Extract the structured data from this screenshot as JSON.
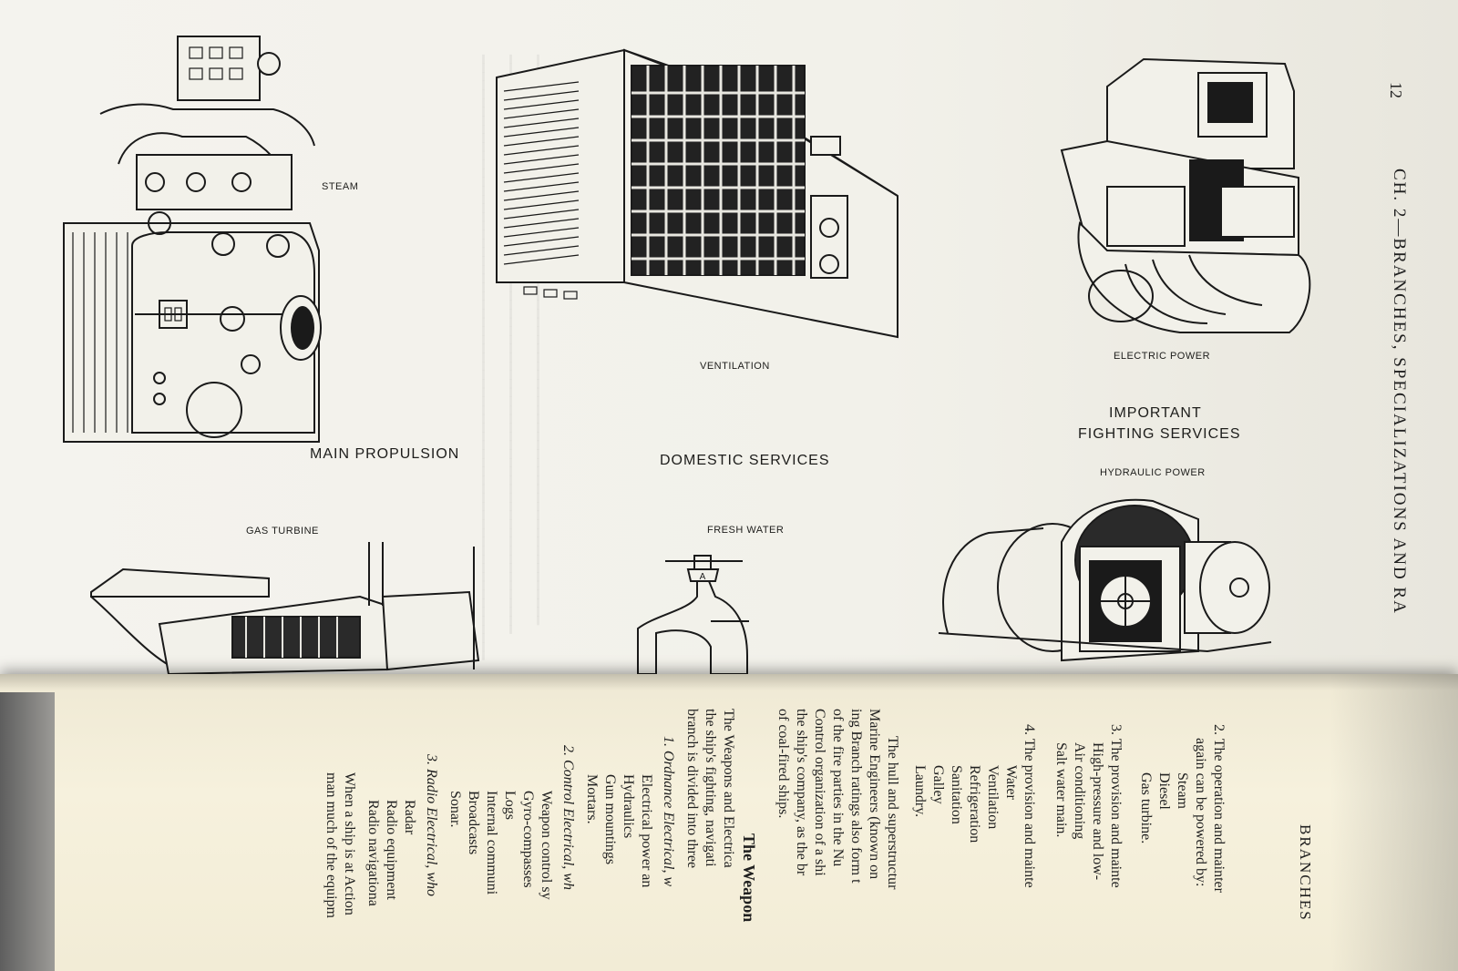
{
  "top_page": {
    "page_number": "12",
    "running_head": "CH. 2—BRANCHES, SPECIALIZATIONS AND RA",
    "captions": {
      "steam": "STEAM",
      "main_propulsion": "MAIN PROPULSION",
      "ventilation": "VENTILATION",
      "domestic_services": "DOMESTIC SERVICES",
      "electric_power": "ELECTRIC POWER",
      "important": "IMPORTANT",
      "fighting_services": "FIGHTING SERVICES",
      "hydraulic_power": "HYDRAULIC POWER",
      "gas_turbine": "GAS TURBINE",
      "fresh_water": "FRESH WATER"
    }
  },
  "bottom_page": {
    "lines": [
      "BRANCHES",
      "2. The operation and mainter",
      "again can be powered by:",
      "Steam",
      "Diesel",
      "Gas turbine.",
      "3. The provision and mainte",
      "High-pressure and low-",
      "Air conditioning",
      "Salt water main.",
      "4. The provision and mainte",
      "Water",
      "Ventilation",
      "Refrigeration",
      "Sanitation",
      "Galley",
      "Laundry.",
      "The hull and superstructur",
      "Marine Engineers (known on",
      "ing Branch ratings also form t",
      "of the fire parties in the Nu",
      "Control organization of a shi",
      "the ship's company, as the br",
      "of coal-fired ships.",
      "The Weapon",
      "The Weapons and Electrica",
      "the ship's fighting, navigati",
      "branch is divided into three",
      "1. Ordnance Electrical, w",
      "Electrical power an",
      "Hydraulics",
      "Gun mountings",
      "Mortars.",
      "2. Control Electrical, wh",
      "Weapon control sy",
      "Gyro-compasses",
      "Logs",
      "Internal communi",
      "Broadcasts",
      "Sonar.",
      "3. Radio Electrical, who",
      "Radar",
      "Radio equipment",
      "Radio navigationa",
      "When a ship is at Action",
      "man much of the equipm"
    ]
  }
}
